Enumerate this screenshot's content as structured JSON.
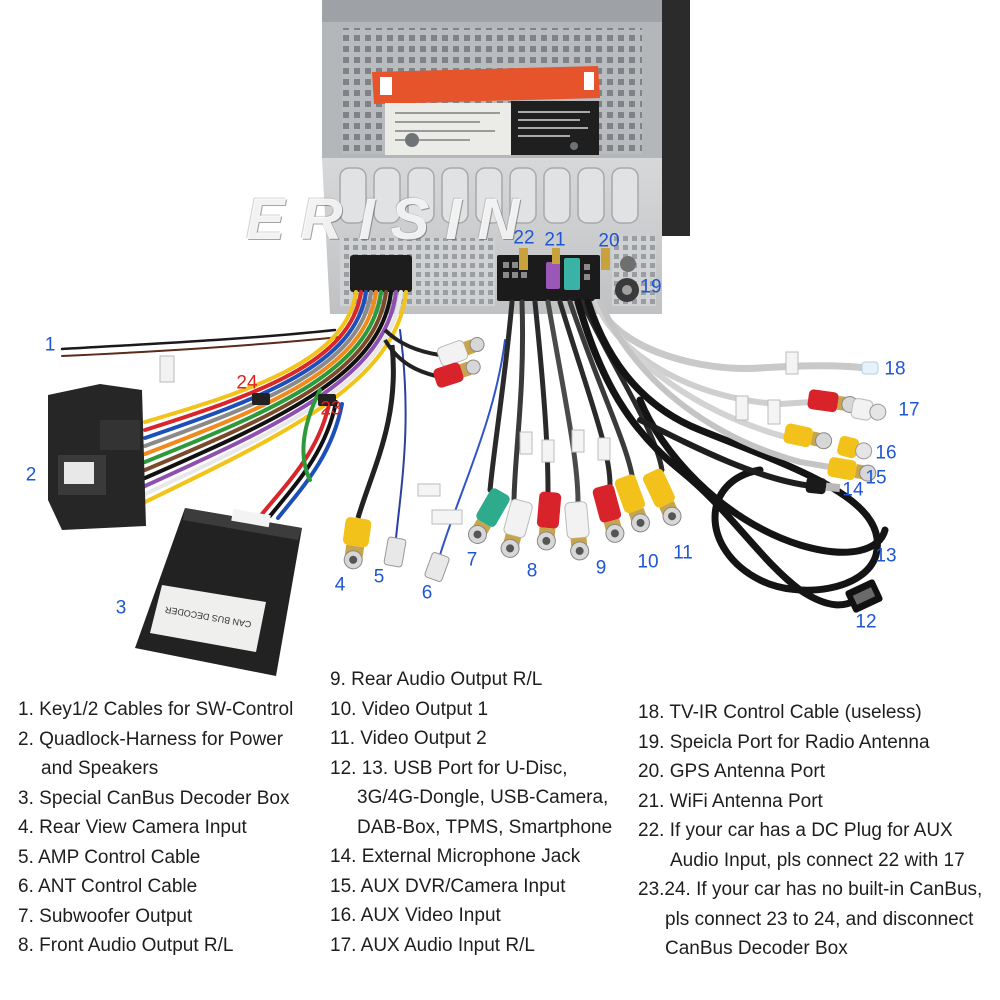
{
  "watermark": "ERISIN",
  "colors": {
    "callout": "#1f56d2",
    "callout_alt": "#e2211c",
    "legend_text": "#1e1e1e",
    "background": "#ffffff"
  },
  "decoder_box": {
    "label": "CAN BUS DECODER"
  },
  "callouts": {
    "c1": "1",
    "c2": "2",
    "c3": "3",
    "c4": "4",
    "c5": "5",
    "c6": "6",
    "c7": "7",
    "c8": "8",
    "c9": "9",
    "c10": "10",
    "c11": "11",
    "c12": "12",
    "c13": "13",
    "c14": "14",
    "c15": "15",
    "c16": "16",
    "c17": "17",
    "c18": "18",
    "c19": "19",
    "c20": "20",
    "c21": "21",
    "c22": "22",
    "c23": "23",
    "c24": "24"
  },
  "legend": {
    "col1": [
      {
        "num": "1.",
        "text": "Key1/2 Cables for SW-Control"
      },
      {
        "num": "2.",
        "text": "Quadlock-Harness for Power",
        "cont": [
          "and Speakers"
        ]
      },
      {
        "num": "3.",
        "text": "Special CanBus Decoder Box"
      },
      {
        "num": "4.",
        "text": "Rear View Camera Input"
      },
      {
        "num": "5.",
        "text": "AMP Control Cable"
      },
      {
        "num": "6.",
        "text": "ANT Control Cable"
      },
      {
        "num": "7.",
        "text": "Subwoofer Output"
      },
      {
        "num": "8.",
        "text": "Front Audio Output R/L"
      }
    ],
    "col2": [
      {
        "num": "9.",
        "text": "Rear Audio Output R/L"
      },
      {
        "num": "10.",
        "text": "Video Output 1"
      },
      {
        "num": "11.",
        "text": "Video Output 2"
      },
      {
        "num": "12. 13.",
        "text": "USB Port for U-Disc,",
        "cont": [
          "3G/4G-Dongle, USB-Camera,",
          "DAB-Box, TPMS, Smartphone"
        ]
      },
      {
        "num": "14.",
        "text": "External Microphone Jack"
      },
      {
        "num": "15.",
        "text": "AUX DVR/Camera Input"
      },
      {
        "num": "16.",
        "text": "AUX Video Input"
      },
      {
        "num": "17.",
        "text": "AUX Audio Input R/L"
      }
    ],
    "col3": [
      {
        "num": "18.",
        "text": "TV-IR Control Cable (useless)"
      },
      {
        "num": "19.",
        "text": "Speicla Port for Radio Antenna"
      },
      {
        "num": "20.",
        "text": "GPS Antenna Port"
      },
      {
        "num": "21.",
        "text": "WiFi Antenna Port"
      },
      {
        "num": "22.",
        "text": "If your car has a DC Plug for AUX",
        "cont": [
          "Audio Input, pls connect 22 with 17"
        ]
      },
      {
        "num": "23.24.",
        "text": "If your car has no built-in CanBus,",
        "cont": [
          "pls connect 23 to 24, and disconnect",
          "CanBus Decoder Box"
        ]
      }
    ]
  }
}
